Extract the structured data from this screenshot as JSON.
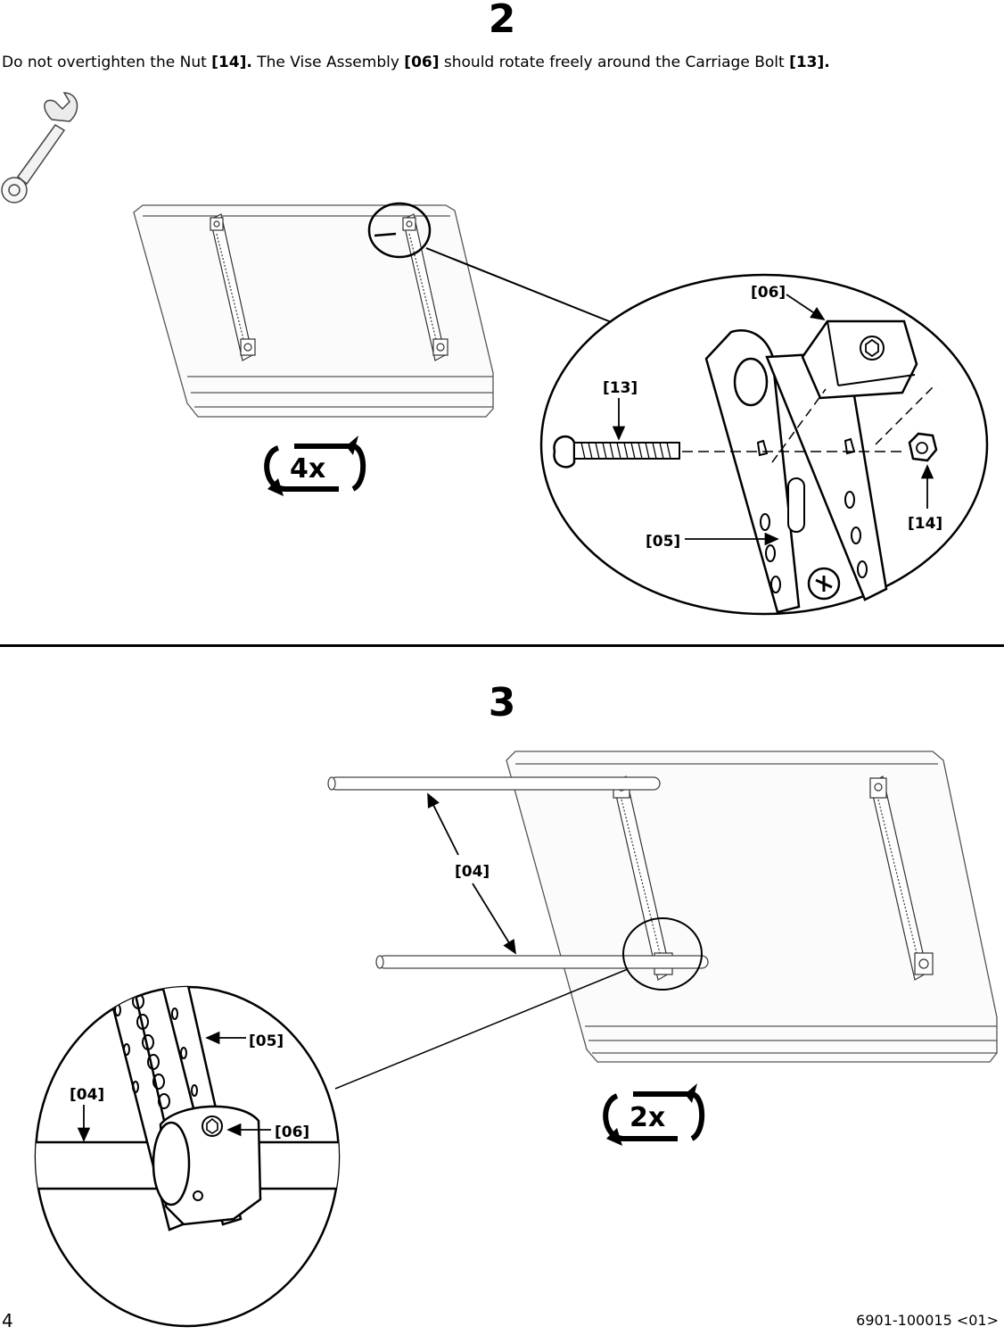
{
  "step2": {
    "number": "2",
    "instruction": {
      "t1": "Do not overtighten the Nut ",
      "b1": "[14].",
      "t2": " The Vise Assembly ",
      "b2": "[06]",
      "t3": " should rotate freely around the Carriage Bolt ",
      "b3": "[13]."
    },
    "callouts": {
      "vise": "[06]",
      "bolt": "[13]",
      "nut": "[14]",
      "bracket": "[05]"
    },
    "repeat": "4x"
  },
  "step3": {
    "number": "3",
    "callouts": {
      "rod": "[04]",
      "detail_bracket": "[05]",
      "detail_rod": "[04]",
      "detail_vise": "[06]"
    },
    "repeat": "2x"
  },
  "footer": {
    "page_number": "4",
    "doc_code": "6901-100015 <01>"
  },
  "icons": [
    "wrench-icon",
    "rotate-arrows-icon"
  ]
}
